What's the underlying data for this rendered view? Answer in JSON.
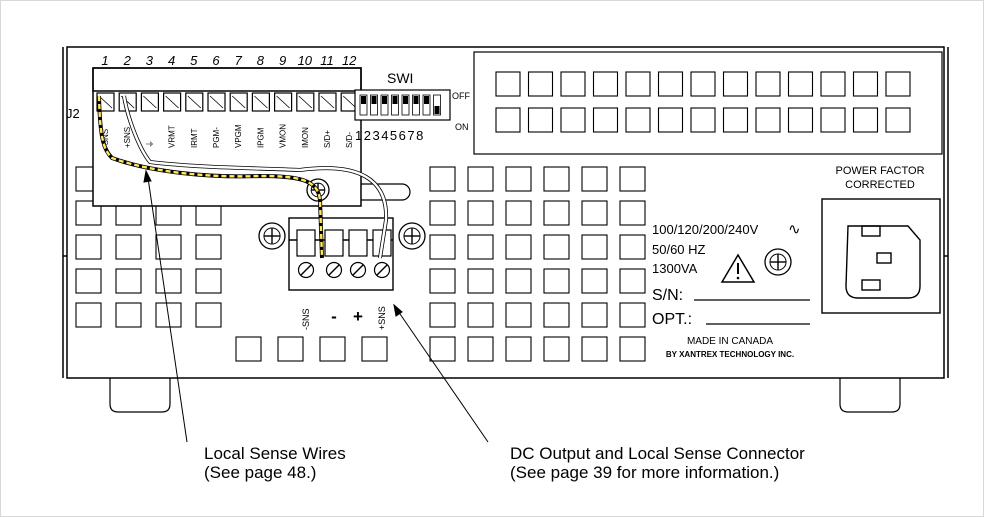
{
  "connector": {
    "label": "J2",
    "pins": [
      "1",
      "2",
      "3",
      "4",
      "5",
      "6",
      "7",
      "8",
      "9",
      "10",
      "11",
      "12"
    ],
    "signals": [
      "-SNS",
      "+SNS",
      "⏚",
      "VRMT",
      "IRMT",
      "PGM-",
      "VPGM",
      "IPGM",
      "VMON",
      "IMON",
      "S/D+",
      "S/D-"
    ]
  },
  "switch": {
    "label": "SWI",
    "off_label": "OFF",
    "on_label": "ON",
    "numbers": "12345678"
  },
  "output_terminals": [
    "-SNS",
    "-",
    "+",
    "+SNS"
  ],
  "rating": {
    "voltage": "100/120/200/240V",
    "ac_symbol": "∿",
    "frequency": "50/60 HZ",
    "power": "1300VA",
    "warning_icon": "warning-triangle-icon",
    "serial_label": "S/N:",
    "option_label": "OPT.:",
    "made_in": "MADE IN CANADA",
    "manufacturer": "BY XANTREX TECHNOLOGY INC."
  },
  "power_factor": {
    "line1": "POWER FACTOR",
    "line2": "CORRECTED"
  },
  "callouts": {
    "left_line1": "Local Sense Wires",
    "left_line2": "(See page 48.)",
    "right_line1": "DC Output and Local Sense Connector",
    "right_line2": "(See page 39 for more information.)"
  },
  "colors": {
    "wire": "#ffe75a",
    "line": "#000000"
  }
}
